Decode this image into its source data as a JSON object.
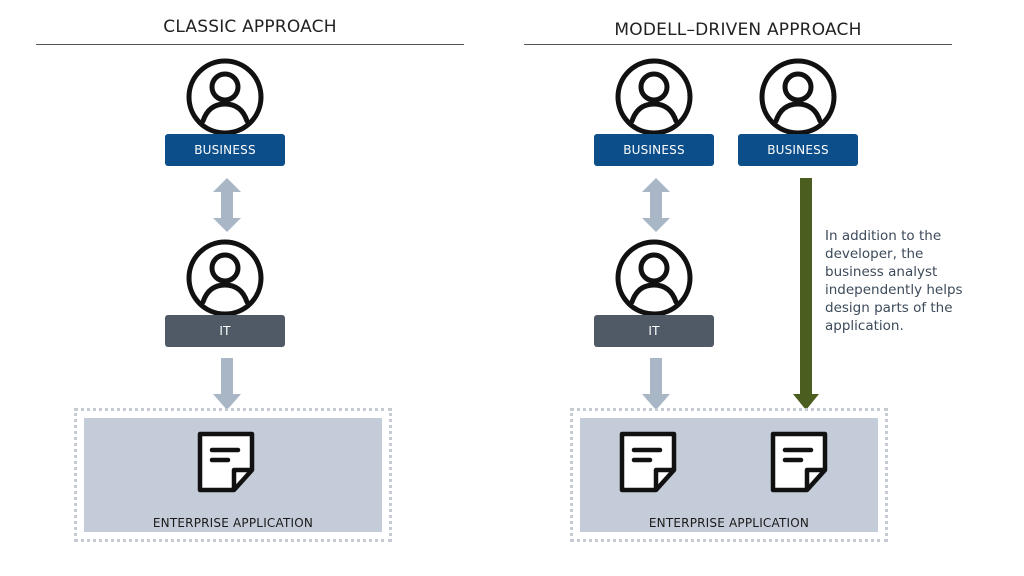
{
  "classic": {
    "title": "CLASSIC APPROACH",
    "business_label": "BUSINESS",
    "it_label": "IT",
    "app_label": "ENTERPRISE APPLICATION"
  },
  "model_driven": {
    "title": "MODELL–DRIVEN APPROACH",
    "business_label_left": "BUSINESS",
    "business_label_right": "BUSINESS",
    "it_label": "IT",
    "app_label": "ENTERPRISE APPLICATION",
    "note_lines": [
      "In addition to the",
      "developer, the",
      "business analyst",
      "independently helps",
      "design parts of the",
      "application."
    ]
  },
  "colors": {
    "business_blue": "#0b4e8a",
    "it_gray": "#4f5a66",
    "arrow_gray": "#a9b6c6",
    "arrow_green": "#4c5e1f",
    "app_fill": "#c4ccd9",
    "frame_dots": "#c6cbd3"
  },
  "icons": {
    "person": "person-circle-icon",
    "document": "document-note-icon",
    "arrow_double": "double-arrow-icon",
    "arrow_down": "down-arrow-icon"
  }
}
